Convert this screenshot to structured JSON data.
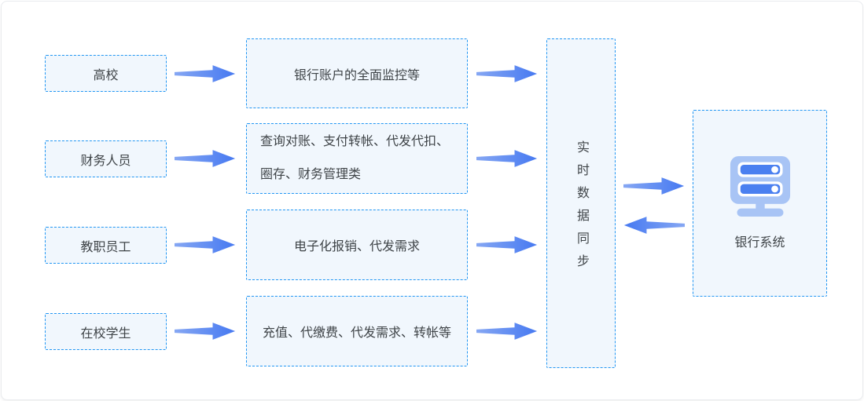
{
  "diagram": {
    "actors": [
      {
        "label": "高校"
      },
      {
        "label": "财务人员"
      },
      {
        "label": "教职员工"
      },
      {
        "label": "在校学生"
      }
    ],
    "services": [
      {
        "label": "银行账户的全面监控等"
      },
      {
        "label": "查询对账、支付转帐、代发代扣、圈存、财务管理类"
      },
      {
        "label": "电子化报销、代发需求"
      },
      {
        "label": "充值、代缴费、代发需求、转帐等"
      }
    ],
    "sync_node": {
      "label": "实时数据同步"
    },
    "bank_node": {
      "label": "银行系统",
      "icon": "server-icon"
    },
    "colors": {
      "box_border": "#2196F3",
      "box_fill": "#F1F7FD",
      "arrow_tail": "#86A7F3",
      "arrow_head": "#4679F1",
      "icon_light": "#A8C4F5",
      "icon_bar": "#4B80F0",
      "text": "#3F4448"
    }
  }
}
